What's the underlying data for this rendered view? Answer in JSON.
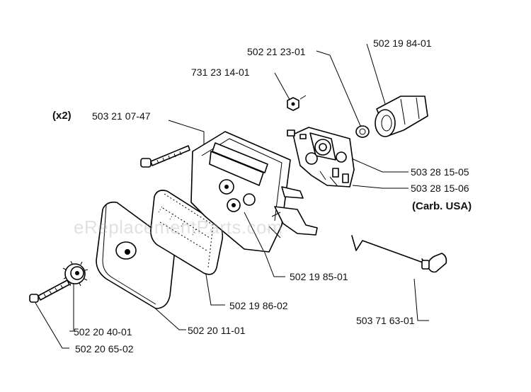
{
  "watermark": "eReplacementParts.com",
  "note_x2": "(x2)",
  "carb_note": "(Carb. USA)",
  "part_numbers": {
    "p_731_23_14_01": "731 23 14-01",
    "p_502_21_23_01": "502 21 23-01",
    "p_502_19_84_01": "502 19 84-01",
    "p_503_21_07_47": "503 21 07-47",
    "p_503_28_15_05": "503 28 15-05",
    "p_503_28_15_06": "503 28 15-06",
    "p_502_19_85_01": "502 19 85-01",
    "p_502_19_86_02": "502 19 86-02",
    "p_503_71_63_01": "503 71 63-01",
    "p_502_20_40_01": "502 20 40-01",
    "p_502_20_11_01": "502 20 11-01",
    "p_502_20_65_02": "502 20 65-02"
  }
}
